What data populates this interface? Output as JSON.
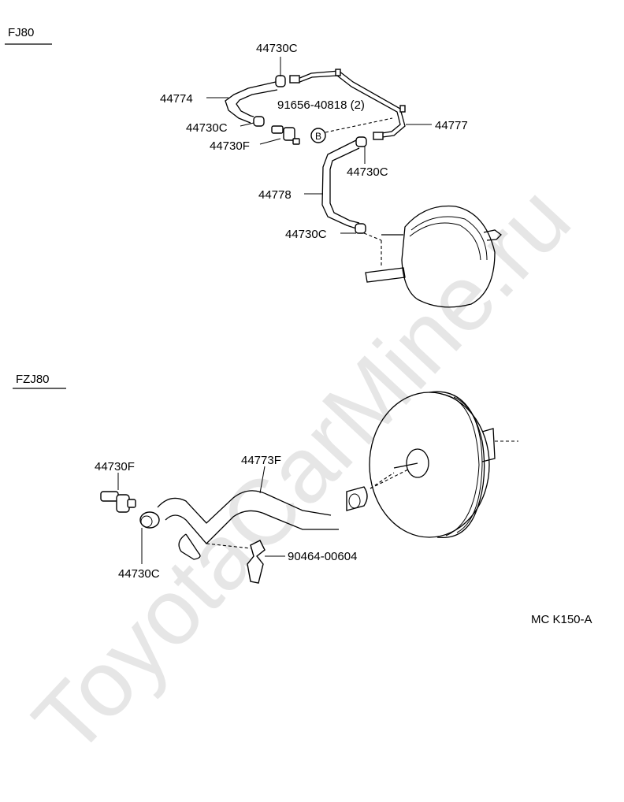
{
  "watermark": "ToyotaCarMine.ru",
  "sections": {
    "fj80": "FJ80",
    "fzj80": "FZJ80"
  },
  "labels": {
    "fj80_clip_top": "44730C",
    "fj80_hose_44774": "44774",
    "fj80_bolt_ref": "91656-40818 (2)",
    "fj80_bolt_marker": "B",
    "fj80_pipe_44777": "44777",
    "fj80_clip_left": "44730C",
    "fj80_valve": "44730F",
    "fj80_clip_right": "44730C",
    "fj80_hose_44778": "44778",
    "fj80_clip_bottom": "44730C",
    "fzj80_valve": "44730F",
    "fzj80_hose_44773f": "44773F",
    "fzj80_clamp": "90464-00604",
    "fzj80_clip": "44730C"
  },
  "diagram_code": "MC K150-A"
}
